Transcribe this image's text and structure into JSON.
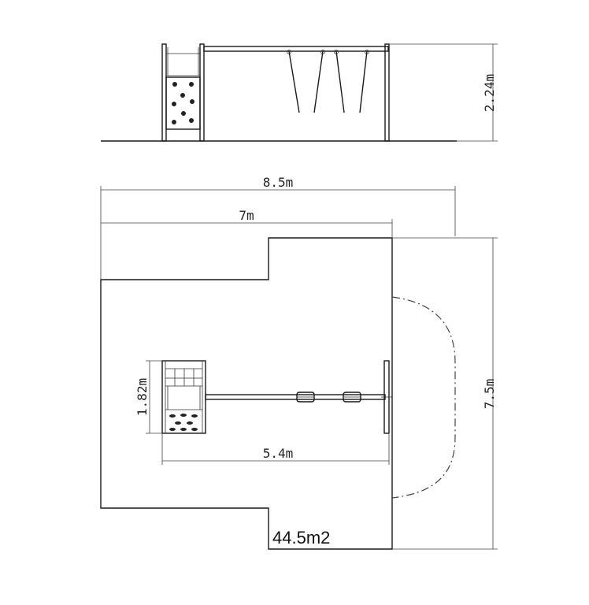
{
  "elevation": {
    "height_label": "2.24m"
  },
  "plan": {
    "overall_width_label": "8.5m",
    "zone_width_label": "7m",
    "overall_depth_label": "7.5m",
    "equipment_depth_label": "1.82m",
    "equipment_length_label": "5.4m",
    "area_label": "44.5m2"
  }
}
